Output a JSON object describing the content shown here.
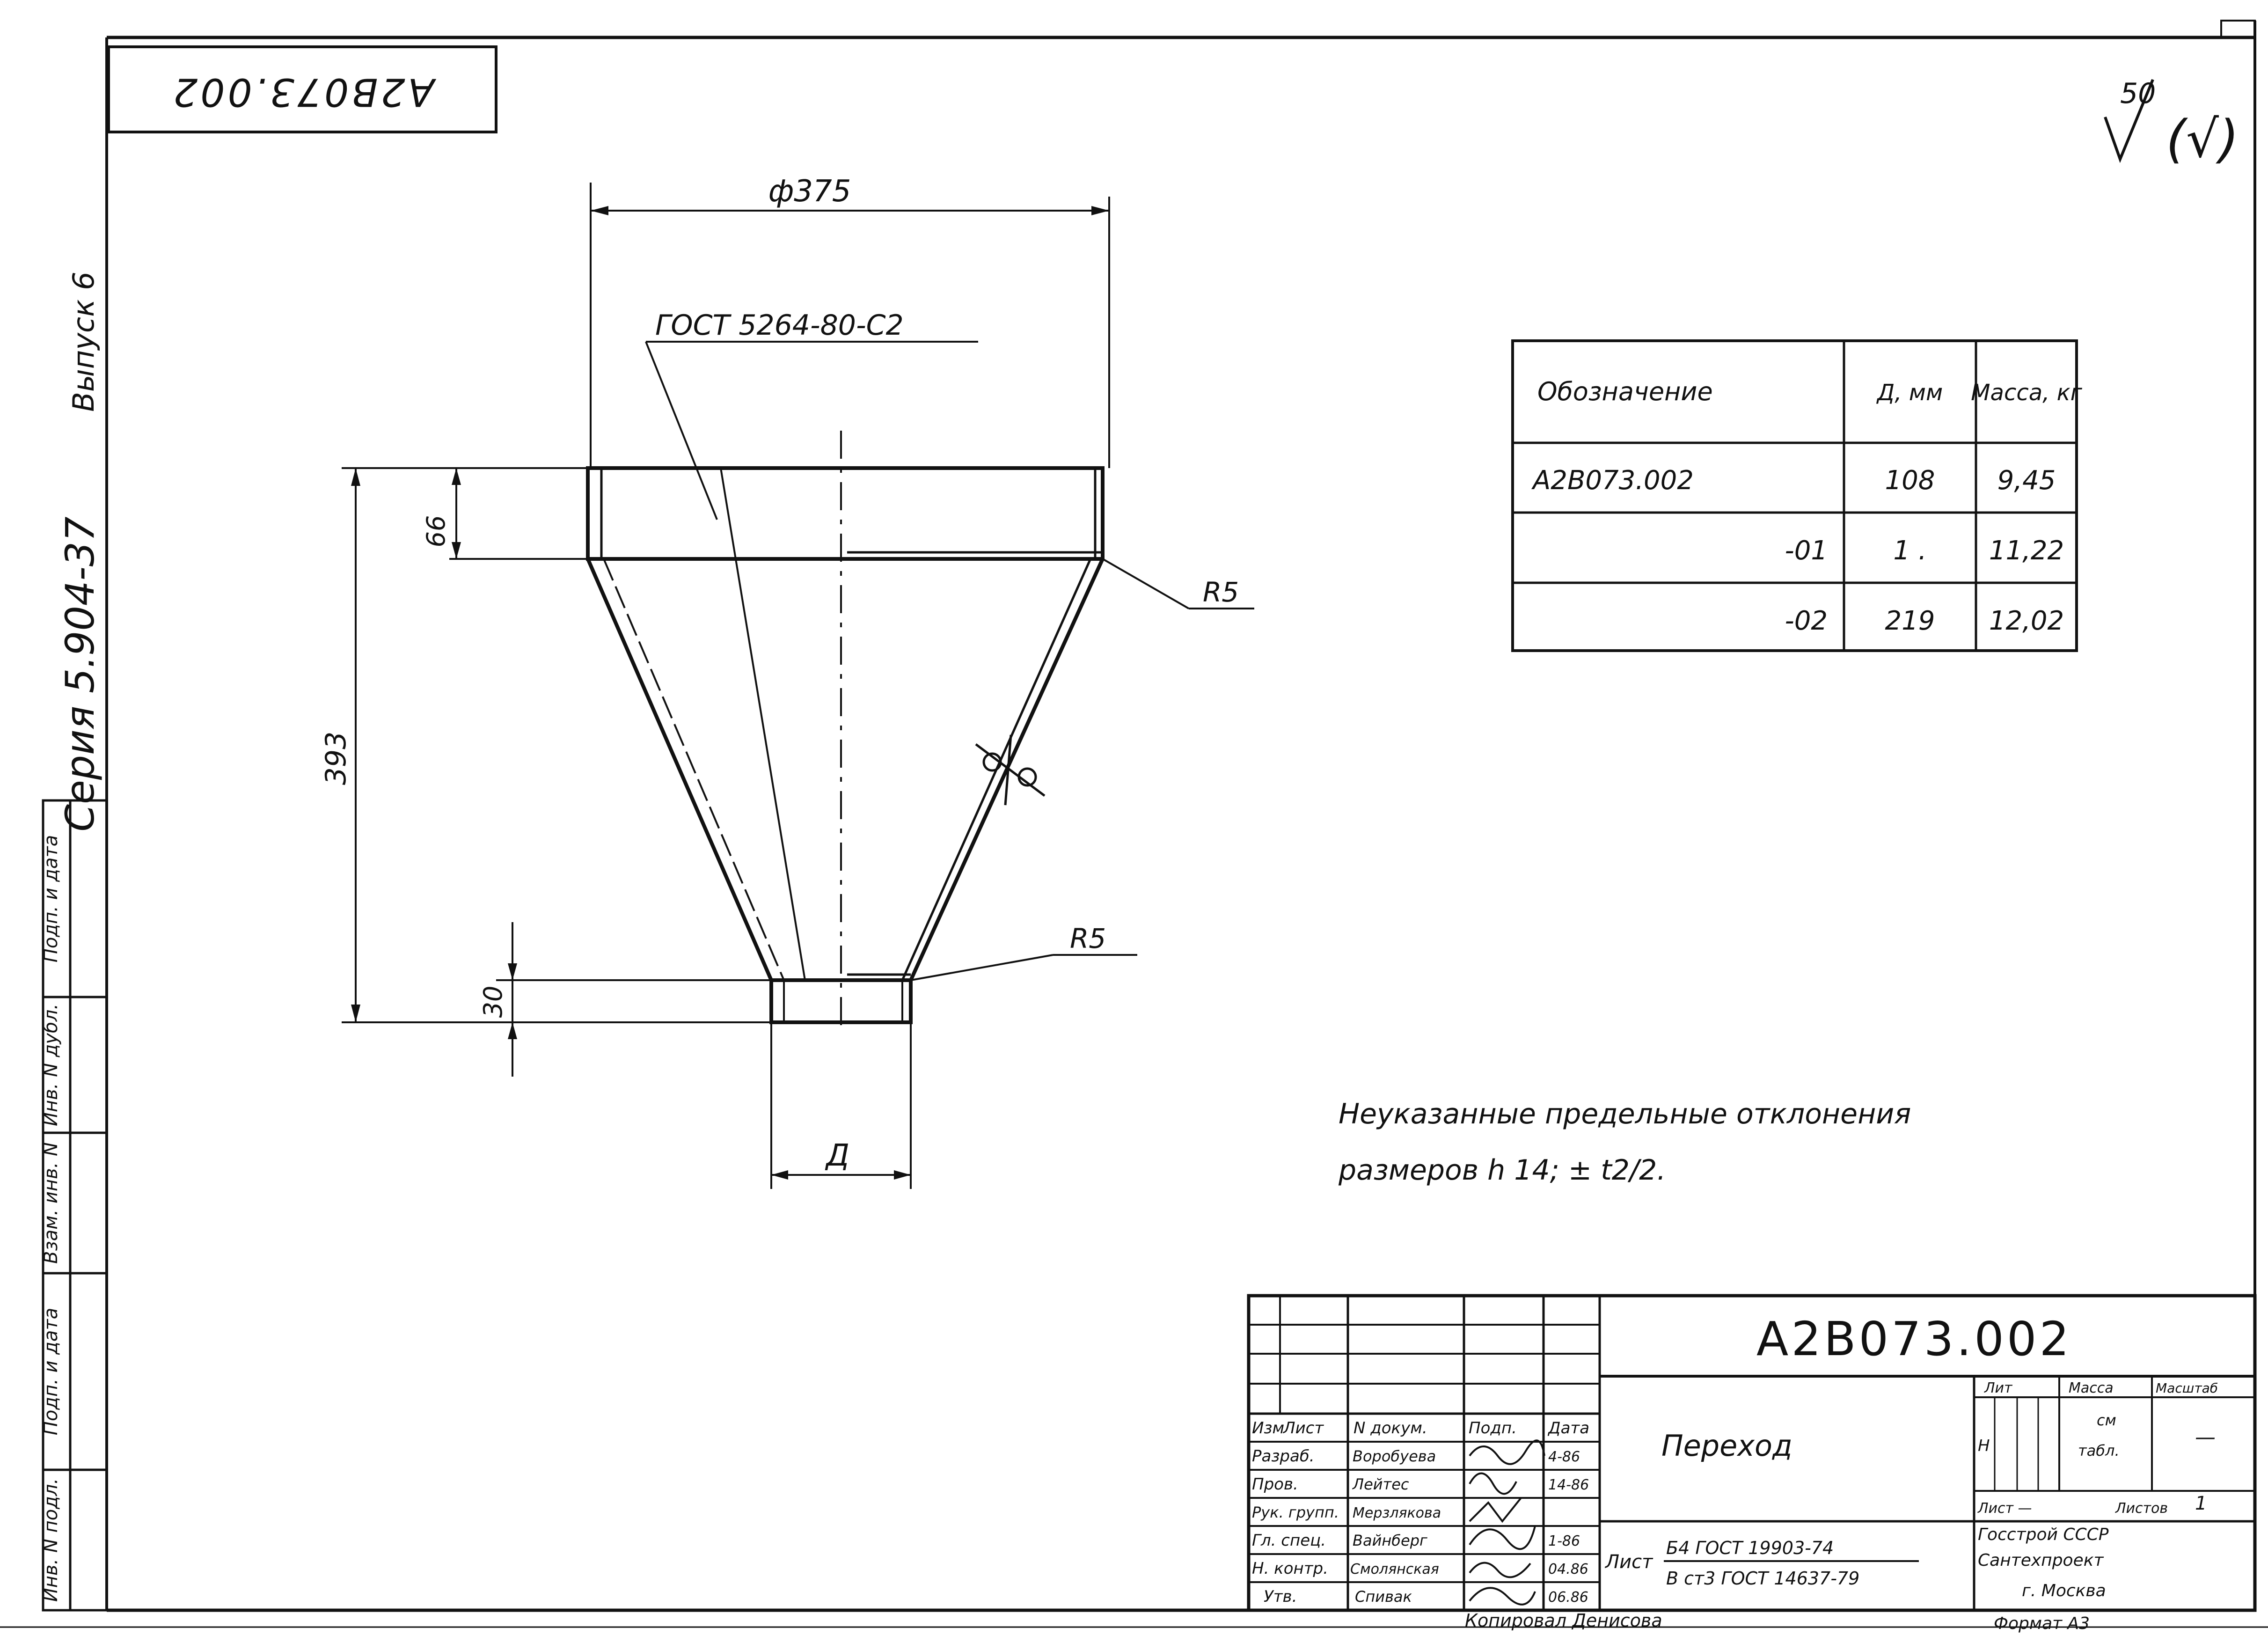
{
  "stamp": {
    "doc_no_rotated": "А2В073.002"
  },
  "side": {
    "series": "Серия 5.904-37",
    "issue": "Выпуск 6",
    "cells": [
      "Инв. N подл.",
      "Подп. и дата",
      "Взам. инв. N",
      "Инв. N дубл.",
      "Подп. и дата"
    ]
  },
  "roughness": {
    "value": "50",
    "symbol": "√",
    "paren": "(√)"
  },
  "drawing": {
    "dim_top_diameter": "ф375",
    "material_label": "ГОСТ 5264-80-С2",
    "dim_height": "393",
    "dim_top_band": "66",
    "dim_bottom_band": "30",
    "radius_top": "R5",
    "radius_bottom": "R5",
    "dim_bottom_diameter": "Д",
    "weld_sign": "⌀"
  },
  "table": {
    "headers": [
      "Обозначение",
      "Д, мм",
      "Масса, кг"
    ],
    "rows": [
      {
        "designation": "А2В073.002",
        "d": "108",
        "mass": "9,45"
      },
      {
        "designation": "-01",
        "d": "1 .",
        "mass": "11,22"
      },
      {
        "designation": "-02",
        "d": "219",
        "mass": "12,02"
      }
    ]
  },
  "note": {
    "line1": "Неуказанные предельные отклонения",
    "line2": "размеров h 14; ± t2/2."
  },
  "title_block": {
    "doc_no": "А2В073.002",
    "name": "Переход",
    "col_headers": [
      "Изм",
      "Лист",
      "N докум.",
      "Подп.",
      "Дата"
    ],
    "people": [
      {
        "role": "Разраб.",
        "name": "Воробуева",
        "date": "4-86"
      },
      {
        "role": "Пров.",
        "name": "Лейтес",
        "date": "14-86"
      },
      {
        "role": "Рук. групп.",
        "name": "Мерзлякова",
        "date": ""
      },
      {
        "role": "Гл. спец.",
        "name": "Вайнберг",
        "date": "1-86"
      },
      {
        "role": "Н. контр.",
        "name": "Смолянская",
        "date": "04.86"
      },
      {
        "role": "Утв.",
        "name": "Спивак",
        "date": "06.86"
      }
    ],
    "material_prefix": "Лист",
    "material_line1": "Б4 ГОСТ 19903-74",
    "material_line2": "В ст3 ГОСТ 14637-79",
    "lit_header": "Лит",
    "mass_header": "Масса",
    "scale_header": "Масштаб",
    "lit_value": "Н",
    "mass_value_1": "см",
    "mass_value_2": "табл.",
    "scale_value": "—",
    "sheet_label": "Лист —",
    "sheets_label": "Листов",
    "sheets_value": "1",
    "org_1": "Госстрой СССР",
    "org_2": "Сантехпроект",
    "org_3": "г. Москва"
  },
  "footer": {
    "copied": "Копировал Денисова",
    "format": "Формат А3"
  }
}
